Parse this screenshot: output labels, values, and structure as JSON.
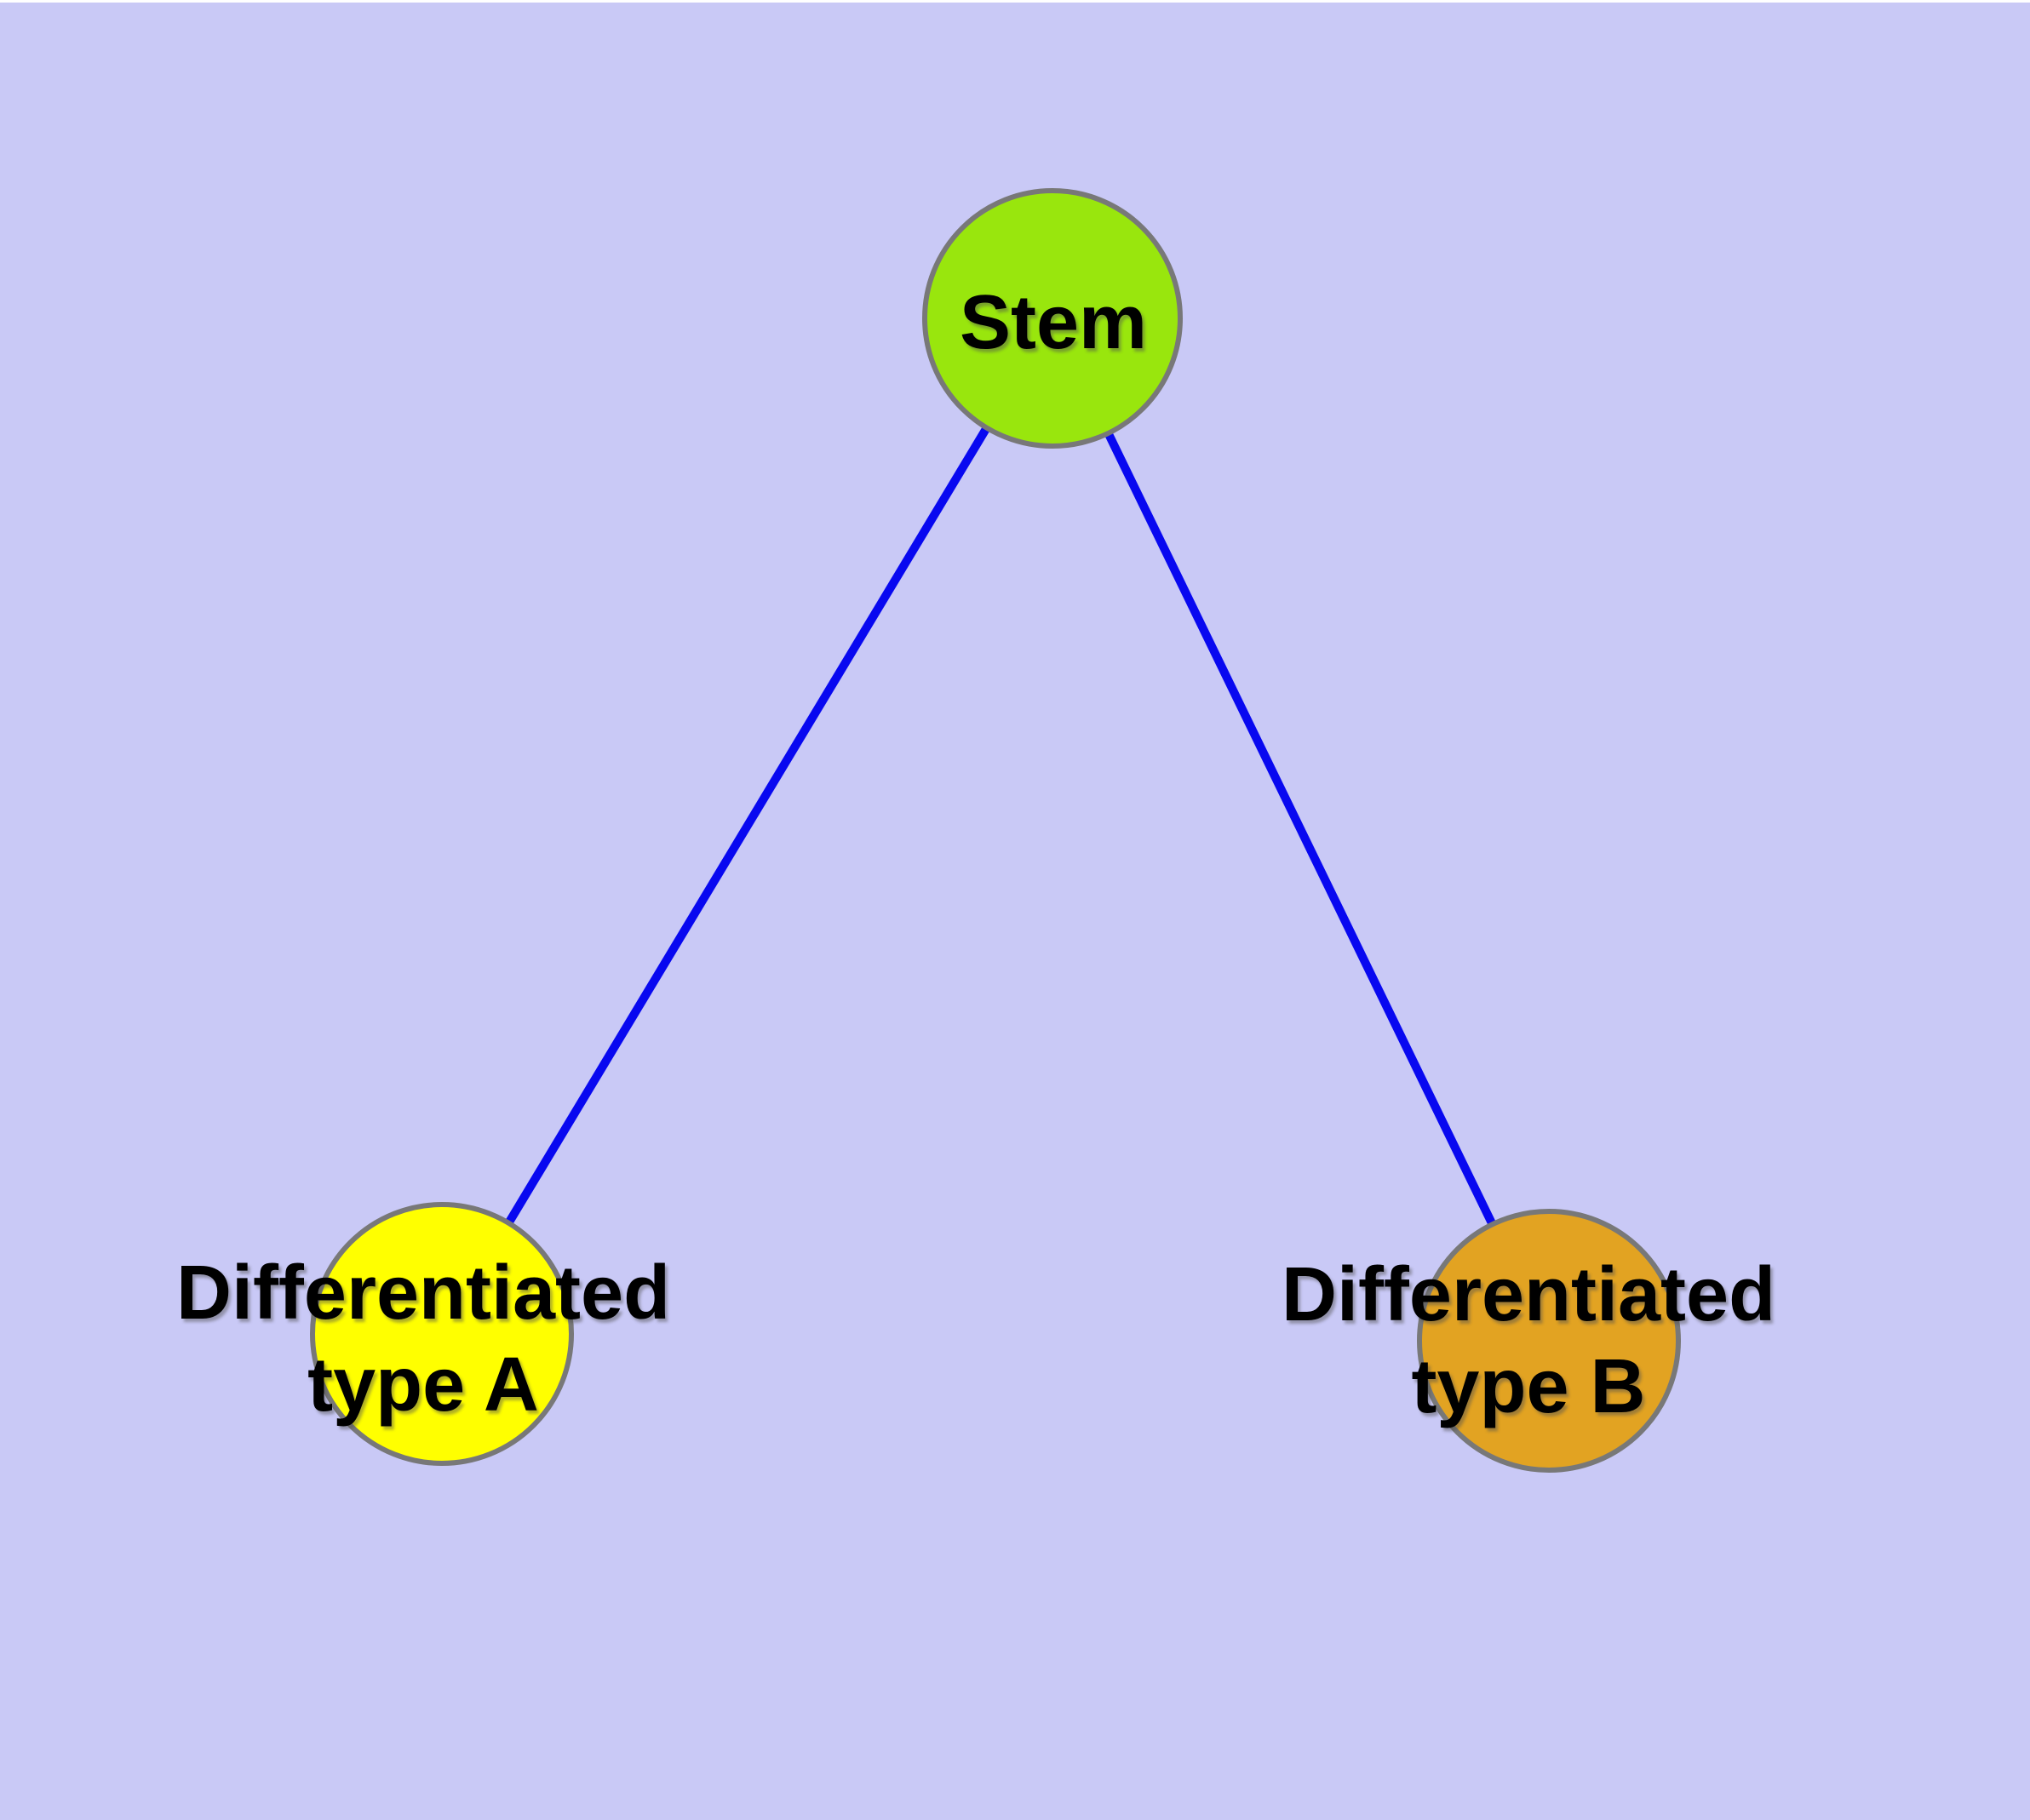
{
  "diagram": {
    "background_color": "#c9c9f6",
    "top_border_color": "#ffffff",
    "node_border_color": "#787878",
    "edge_color": "#0808f0",
    "label_color": "#000000",
    "nodes": {
      "stem": {
        "label": "Stem",
        "fill": "#99e60d"
      },
      "type_a": {
        "label": "Differentiated\ntype A",
        "fill": "#ffff00"
      },
      "type_b": {
        "label": "Differentiated\ntype B",
        "fill": "#e2a322"
      }
    },
    "edges": [
      {
        "from": "Stem",
        "to": "Differentiated type A"
      },
      {
        "from": "Stem",
        "to": "Differentiated type B"
      }
    ]
  }
}
